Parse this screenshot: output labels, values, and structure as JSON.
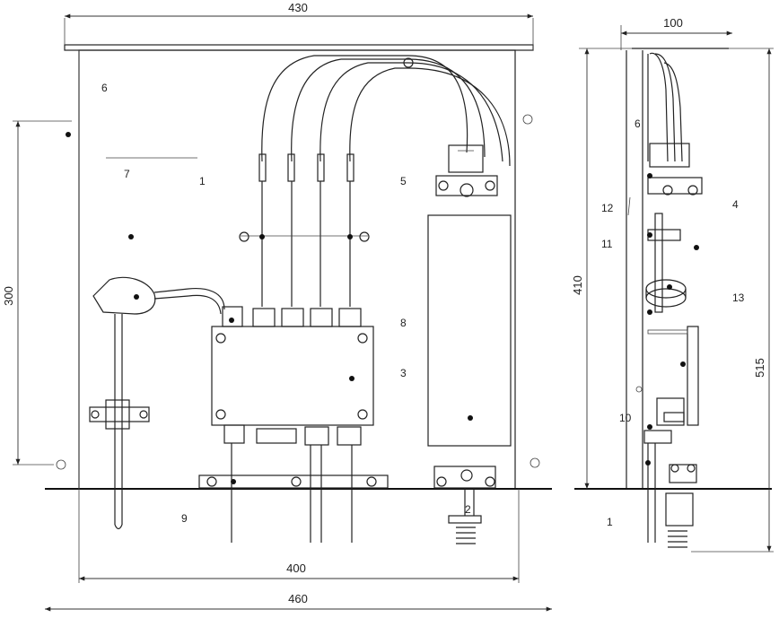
{
  "front_view": {
    "dimensions": {
      "top_overall": "430",
      "bottom_inner": "400",
      "bottom_overall": "460",
      "left_height": "300"
    },
    "labels": [
      "6",
      "7",
      "1",
      "5",
      "8",
      "3",
      "9",
      "2"
    ]
  },
  "side_view": {
    "dimensions": {
      "top_width": "100",
      "left_height": "410",
      "right_height": "515"
    },
    "labels": [
      "6",
      "4",
      "11",
      "12",
      "13",
      "1",
      "10"
    ]
  },
  "colors": {
    "line": "#222222",
    "background": "#ffffff"
  }
}
